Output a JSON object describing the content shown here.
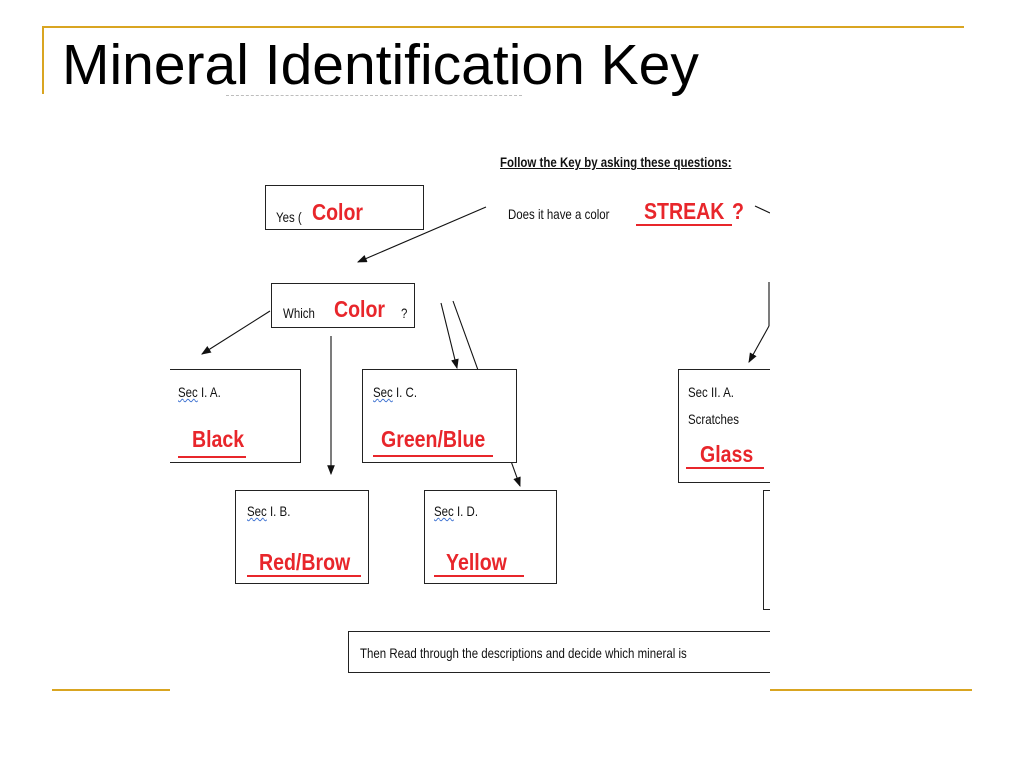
{
  "slide": {
    "title": "Mineral Identification Key"
  },
  "colors": {
    "accent": "#d9a521",
    "red": "#e8262b",
    "box_border": "#222222"
  },
  "diagram": {
    "heading": "Follow the Key by asking these questions:",
    "question": {
      "prefix": "Does it have a color",
      "answer": "STREAK",
      "suffix": "?"
    },
    "yes_box": {
      "prefix": "Yes (",
      "answer": "Color"
    },
    "which_box": {
      "prefix": "Which",
      "answer": "Color",
      "suffix": "?"
    },
    "sections": [
      {
        "code": "Sec",
        "label": "I.  A.",
        "answer": "Black"
      },
      {
        "code": "Sec",
        "label": "I.  B.",
        "answer": "Red/Brow"
      },
      {
        "code": "Sec",
        "label": "I.  C.",
        "answer": "Green/Blue"
      },
      {
        "code": "Sec",
        "label": "I.  D.",
        "answer": "Yellow"
      }
    ],
    "sec2": {
      "label": "Sec II. A.",
      "line2": "Scratches",
      "answer": "Glass"
    },
    "footer_text": "Then Read through the descriptions and decide which mineral is"
  }
}
